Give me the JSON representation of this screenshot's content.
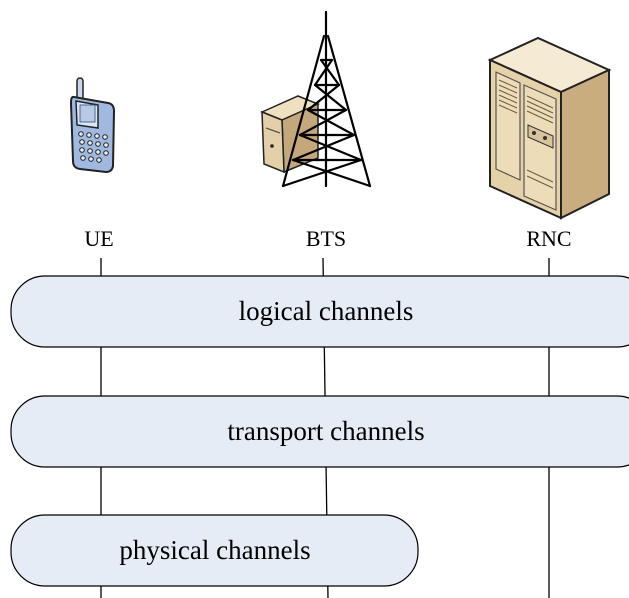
{
  "nodes": [
    {
      "id": "ue",
      "label": "UE",
      "icon": "mobile-phone-icon"
    },
    {
      "id": "bts",
      "label": "BTS",
      "icon": "cell-tower-icon"
    },
    {
      "id": "rnc",
      "label": "RNC",
      "icon": "server-rack-icon"
    }
  ],
  "channels": [
    {
      "label": "logical channels"
    },
    {
      "label": "transport channels"
    },
    {
      "label": "physical channels"
    }
  ],
  "colors": {
    "band_fill": "#e6ecf6",
    "stroke": "#000000",
    "phone_body": "#9fb9e0",
    "server_body": "#e6d2a8"
  }
}
